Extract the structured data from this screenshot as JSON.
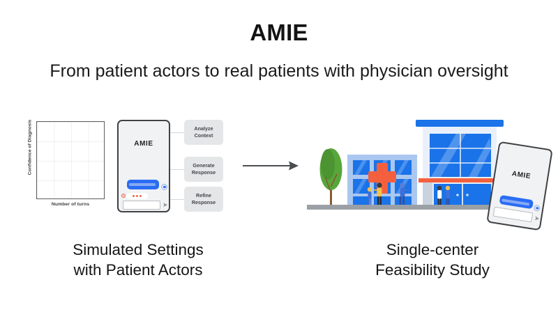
{
  "slide": {
    "title": "AMIE",
    "subtitle": "From patient actors to real patients with physician oversight",
    "background_color": "#ffffff"
  },
  "left_panel": {
    "plot": {
      "ylabel": "Confidence of Diagnosis",
      "xlabel": "Number of turns",
      "grid_rows": 4,
      "grid_cols": 4,
      "border_color": "#5c5c5c"
    },
    "phone": {
      "brand": "AMIE",
      "send_glyph": "➤",
      "bubble_color": "#2a6df4",
      "typing_dot_color": "#ef6a4a",
      "typing_dots": 3
    },
    "process_boxes": [
      {
        "line1": "Analyze",
        "line2": "Context"
      },
      {
        "line1": "Generate",
        "line2": "Response"
      },
      {
        "line1": "Refine",
        "line2": "Response"
      }
    ],
    "caption_line1": "Simulated Settings",
    "caption_line2": "with Patient Actors"
  },
  "arrow": {
    "direction": "right",
    "color": "#4a4d50"
  },
  "right_panel": {
    "illustration": {
      "name": "hospital-building",
      "building_color": "#aac7f0",
      "window_color": "#1a73e8",
      "cross_color": "#f4603e",
      "tree_color": "#57a63a",
      "ground_color": "#9aa0a6"
    },
    "phone": {
      "brand": "AMIE",
      "send_glyph": "➤",
      "bubble_color": "#2a6df4",
      "rotation_deg": 9
    },
    "caption_line1": "Single-center",
    "caption_line2": "Feasibility Study"
  }
}
